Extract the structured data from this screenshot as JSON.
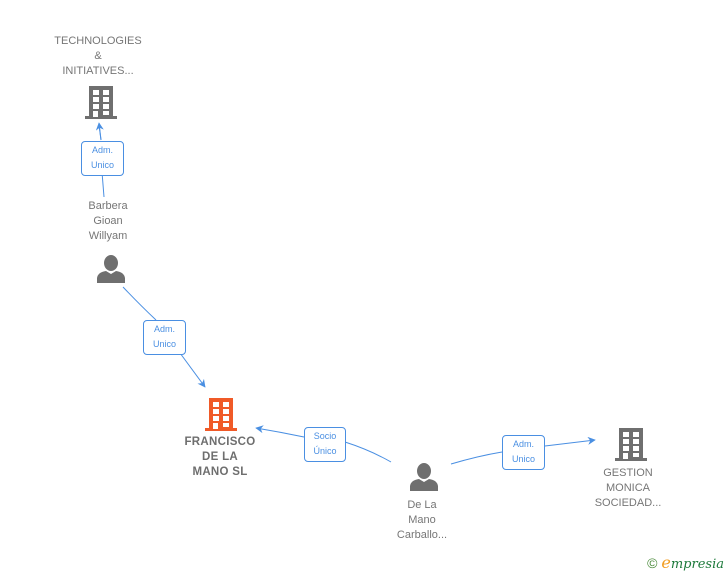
{
  "colors": {
    "edge": "#4a8fe2",
    "node_icon": "#6f6f6f",
    "main_node_icon": "#f05a28",
    "label_text": "#767676"
  },
  "nodes": [
    {
      "id": "technologies",
      "type": "company",
      "label": "TECHNOLOGIES\n&\nINITIATIVES...",
      "main": false
    },
    {
      "id": "barbera",
      "type": "person",
      "label": "Barbera\nGioan\nWillyam",
      "main": false
    },
    {
      "id": "francisco",
      "type": "company",
      "label": "FRANCISCO\nDE LA\nMANO SL",
      "main": true
    },
    {
      "id": "delamano",
      "type": "person",
      "label": "De La\nMano\nCarballo...",
      "main": false
    },
    {
      "id": "gestion",
      "type": "company",
      "label": "GESTION\nMONICA\nSOCIEDAD...",
      "main": false
    }
  ],
  "edges": [
    {
      "from": "barbera",
      "to": "technologies",
      "label": "Adm.\nUnico"
    },
    {
      "from": "barbera",
      "to": "francisco",
      "label": "Adm.\nUnico"
    },
    {
      "from": "delamano",
      "to": "francisco",
      "label": "Socio\nÚnico"
    },
    {
      "from": "delamano",
      "to": "gestion",
      "label": "Adm.\nUnico"
    }
  ],
  "watermark": {
    "symbol": "©",
    "brand_initial": "e",
    "brand_rest": "mpresia"
  }
}
